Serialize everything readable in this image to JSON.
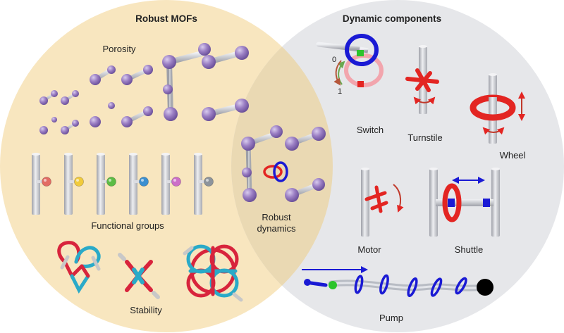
{
  "left_set": {
    "title": "Robust MOFs",
    "labels": {
      "porosity": "Porosity",
      "functional_groups": "Functional groups",
      "stability": "Stability"
    },
    "fill": "#f8e6bf"
  },
  "right_set": {
    "title": "Dynamic components",
    "labels": {
      "switch": "Switch",
      "turnstile": "Turnstile",
      "wheel": "Wheel",
      "motor": "Motor",
      "shuttle": "Shuttle",
      "pump": "Pump",
      "switch_state_0": "0",
      "switch_state_1": "1"
    },
    "fill": "#e6e7ea"
  },
  "overlap": {
    "label_line1": "Robust",
    "label_line2": "dynamics",
    "fill": "#ead9b3"
  },
  "colors": {
    "node": "#9b7fc4",
    "rod": "#d0d0d6",
    "red": "#e32522",
    "blue": "#1a1ad4",
    "pink": "#f2a5ad",
    "green": "#2bc42b",
    "cyan": "#2aaac8",
    "oxygen": "#d8243c"
  },
  "functional_group_colors": [
    "#e26c64",
    "#f1cb3c",
    "#5cbc45",
    "#3b8fd0",
    "#cc6fc8",
    "#8d949c"
  ]
}
